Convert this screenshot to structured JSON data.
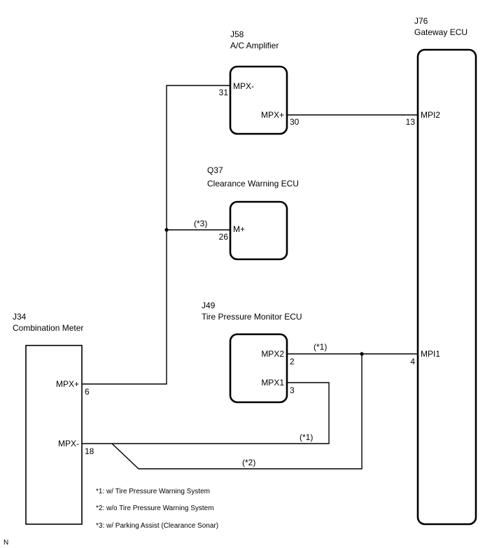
{
  "components": {
    "a_c_amplifier": {
      "code": "J58",
      "name": "A/C Amplifier"
    },
    "gateway_ecu": {
      "code": "J76",
      "name": "Gateway ECU"
    },
    "clearance_warning_ecu": {
      "code": "Q37",
      "name": "Clearance Warning ECU"
    },
    "tire_pressure_monitor_ecu": {
      "code": "J49",
      "name": "Tire Pressure Monitor ECU"
    },
    "combination_meter": {
      "code": "J34",
      "name": "Combination Meter"
    }
  },
  "terminals": {
    "ac_mpx_minus": {
      "label": "MPX-",
      "pin": "31"
    },
    "ac_mpx_plus": {
      "label": "MPX+",
      "pin": "30"
    },
    "gw_mpi2": {
      "label": "MPI2",
      "pin": "13"
    },
    "cw_m_plus": {
      "label": "M+",
      "pin": "26"
    },
    "tp_mpx2": {
      "label": "MPX2",
      "pin": "2"
    },
    "tp_mpx1": {
      "label": "MPX1",
      "pin": "3"
    },
    "gw_mpi1": {
      "label": "MPI1",
      "pin": "4"
    },
    "cm_mpx_plus": {
      "label": "MPX+",
      "pin": "6"
    },
    "cm_mpx_minus": {
      "label": "MPX-",
      "pin": "18"
    }
  },
  "wire_notes": {
    "to_clearance": "(*3)",
    "tp_to_gateway": "(*1)",
    "tp_to_meter": "(*1)",
    "gateway_to_meter": "(*2)"
  },
  "footnotes": [
    "*1: w/ Tire Pressure Warning System",
    "*2: w/o Tire Pressure Warning System",
    "*3: w/ Parking Assist (Clearance Sonar)"
  ],
  "corner_mark": "N"
}
